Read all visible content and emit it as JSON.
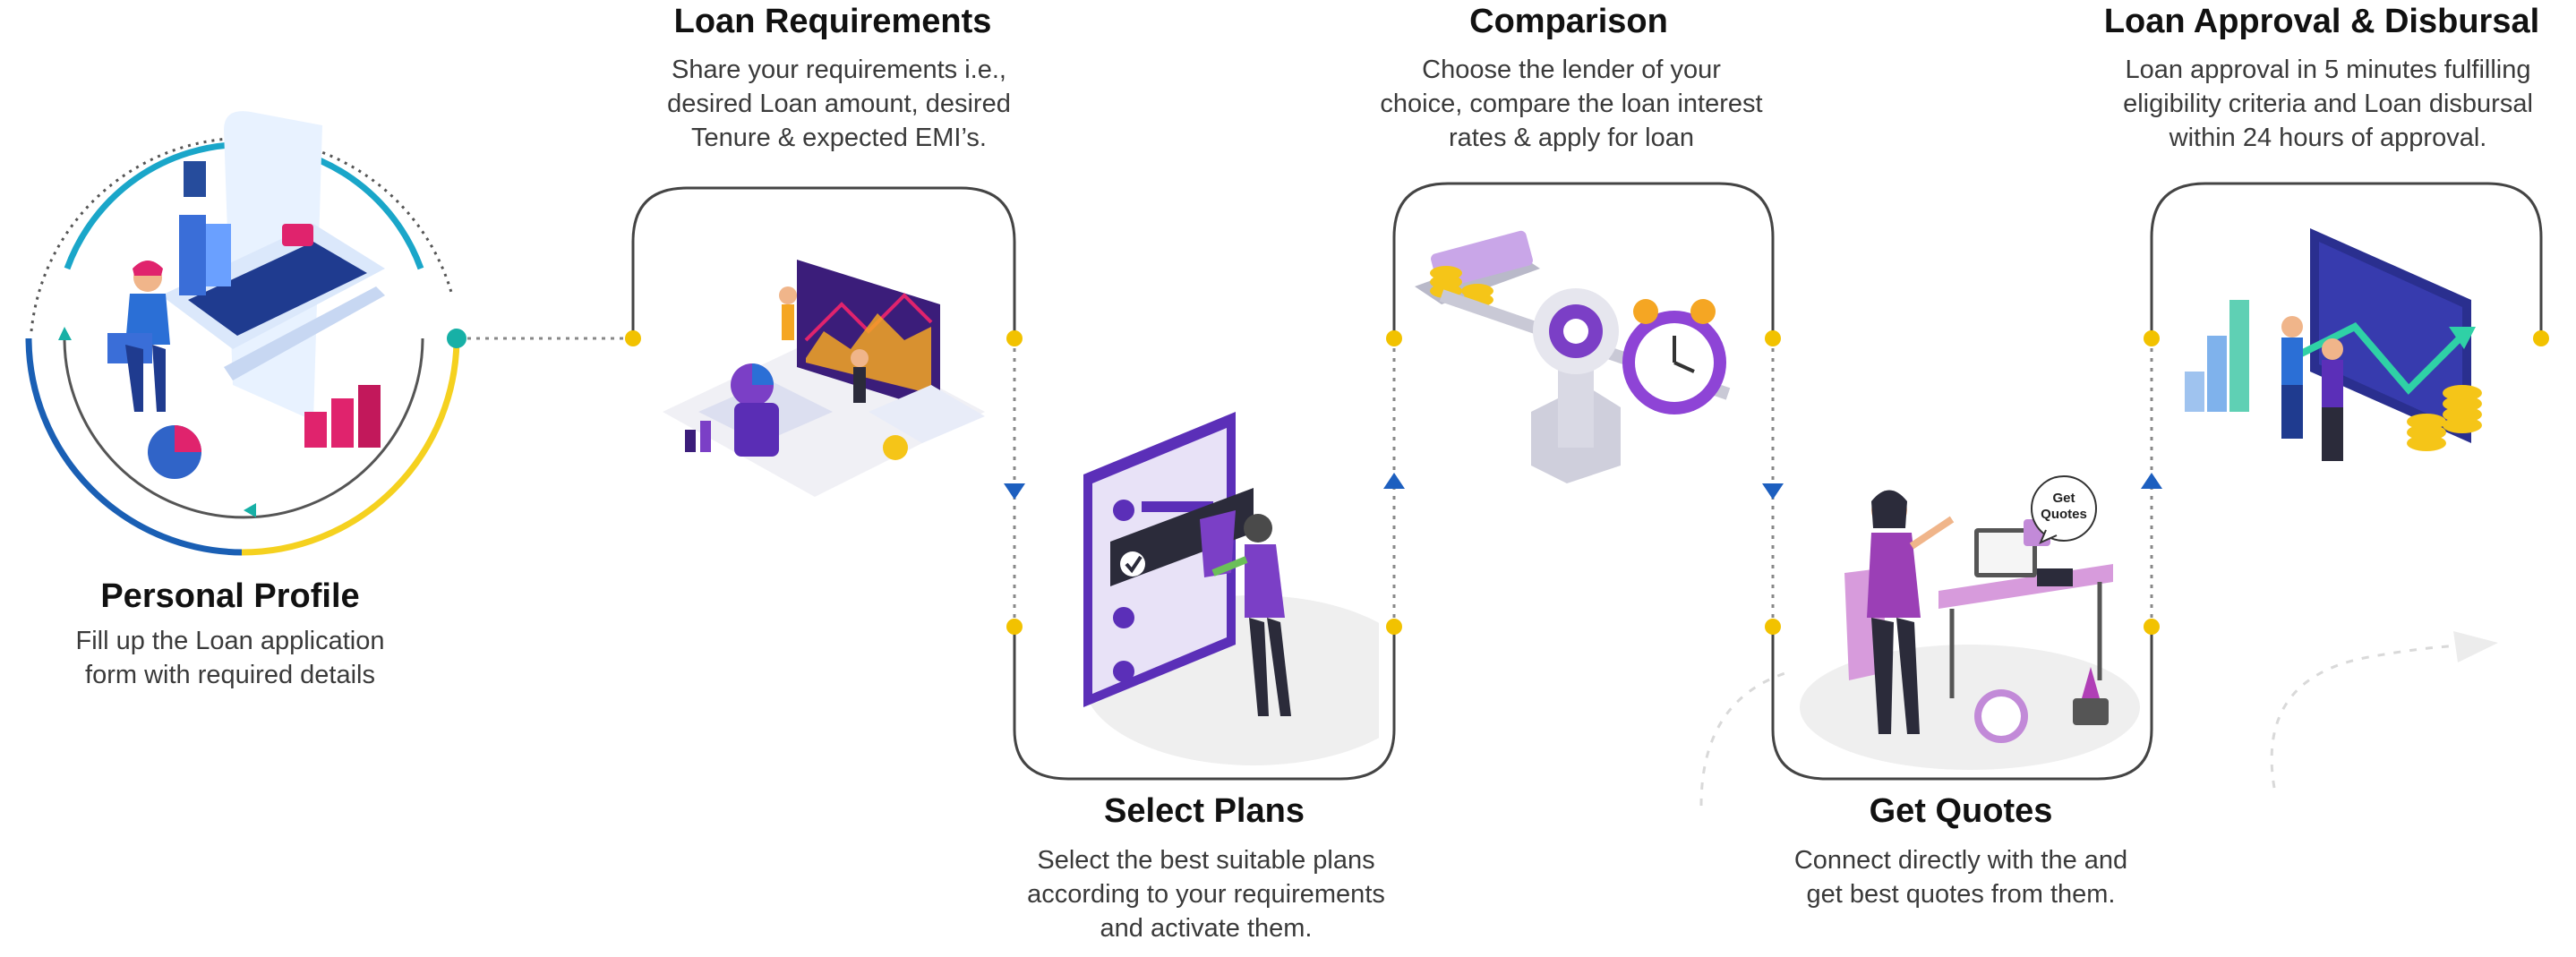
{
  "colors": {
    "connector": "#444444",
    "node_dot": "#f2c200",
    "arrow": "#1d5fbf",
    "ring_blue": "#1a5fb4",
    "ring_yellow": "#f5d11f",
    "ring_teal": "#17b0a6",
    "purple": "#6b2fb3",
    "violet": "#8e44d6"
  },
  "steps": [
    {
      "id": "personal-profile",
      "title": "Personal Profile",
      "description": [
        "Fill up the Loan application",
        "form with required details"
      ],
      "illustration": "developer-laptop-icon"
    },
    {
      "id": "loan-requirements",
      "title": "Loan Requirements",
      "description": [
        "Share your requirements i.e.,",
        "desired Loan amount, desired",
        "Tenure & expected EMI’s."
      ],
      "illustration": "analytics-dashboard-icon"
    },
    {
      "id": "select-plans",
      "title": "Select Plans",
      "description": [
        "Select the best suitable plans",
        "according to your requirements",
        "and activate them."
      ],
      "illustration": "checklist-selection-icon"
    },
    {
      "id": "comparison",
      "title": "Comparison",
      "description": [
        "Choose the lender of your",
        "choice, compare the loan interest",
        "rates & apply for loan"
      ],
      "illustration": "balance-scale-icon"
    },
    {
      "id": "get-quotes",
      "title": "Get Quotes",
      "description": [
        "Connect directly with the and",
        "get best quotes from them."
      ],
      "illustration": "customer-support-desk-icon",
      "bubble_text": [
        "Get",
        "Quotes"
      ]
    },
    {
      "id": "loan-approval",
      "title": "Loan Approval & Disbursal",
      "description": [
        "Loan approval in 5 minutes fulfilling",
        "eligibility criteria and Loan disbursal",
        "within 24 hours of approval."
      ],
      "illustration": "growth-chart-handshake-icon"
    }
  ]
}
